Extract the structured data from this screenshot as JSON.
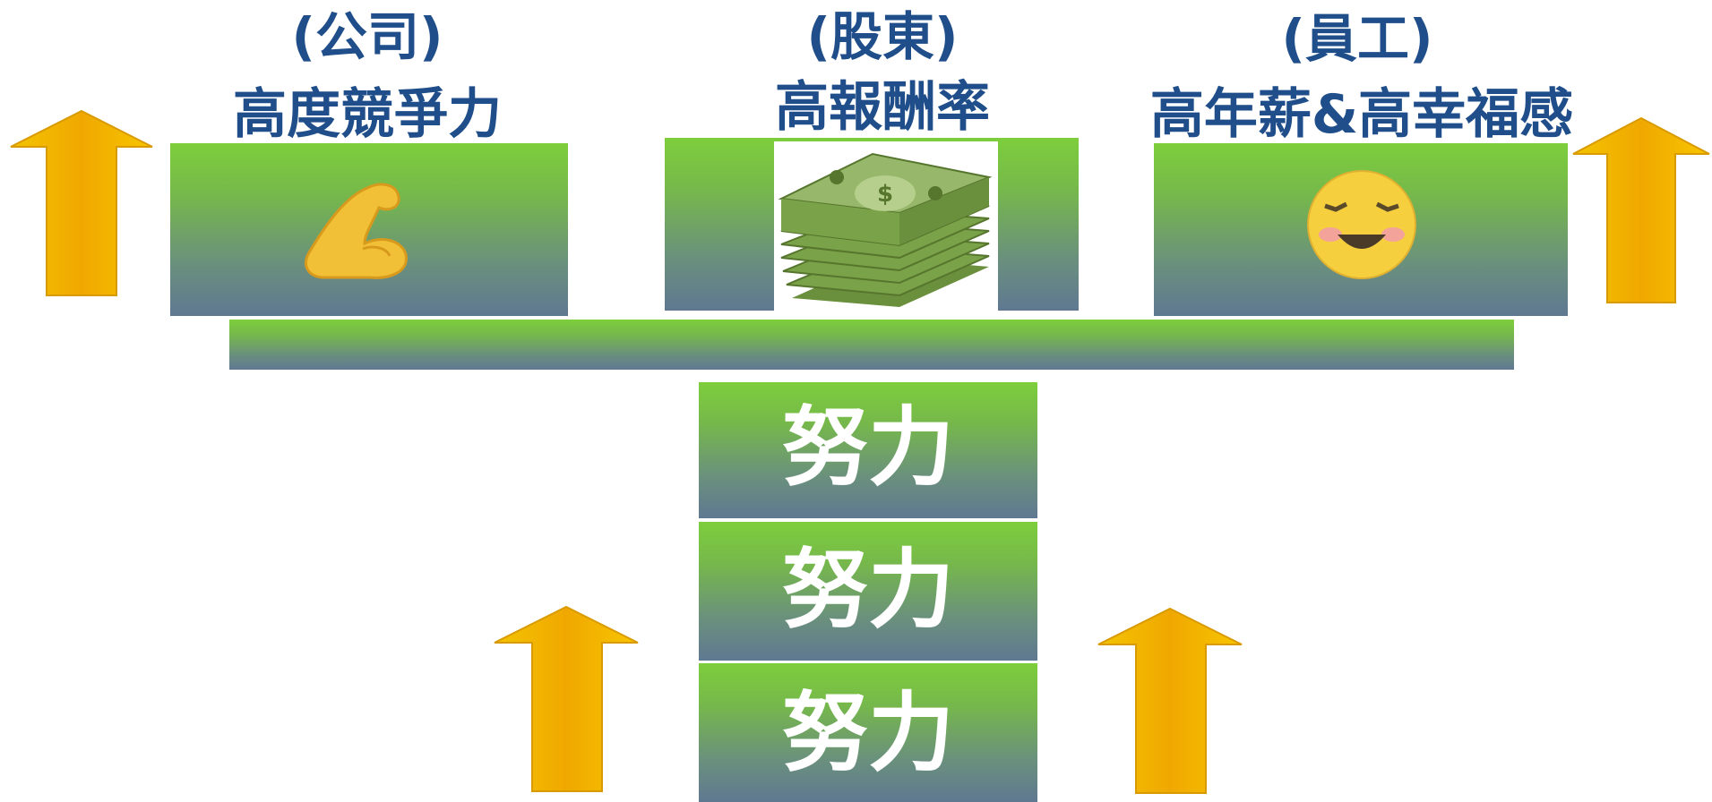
{
  "company": {
    "party": "(公司)",
    "benefit": "高度競爭力",
    "icon": "flexed-biceps-icon"
  },
  "shareholders": {
    "party": "(股東)",
    "benefit": "高報酬率",
    "icon": "money-stack-icon"
  },
  "employees": {
    "party": "(員工)",
    "benefit": "高年薪&高幸福感",
    "icon": "smiling-face-icon"
  },
  "effort_blocks": [
    "努力",
    "努力",
    "努力"
  ],
  "colors": {
    "heading": "#1f4e8a",
    "green": "#7dce3c",
    "slate": "#5f7891",
    "arrow": "#f5b800"
  }
}
